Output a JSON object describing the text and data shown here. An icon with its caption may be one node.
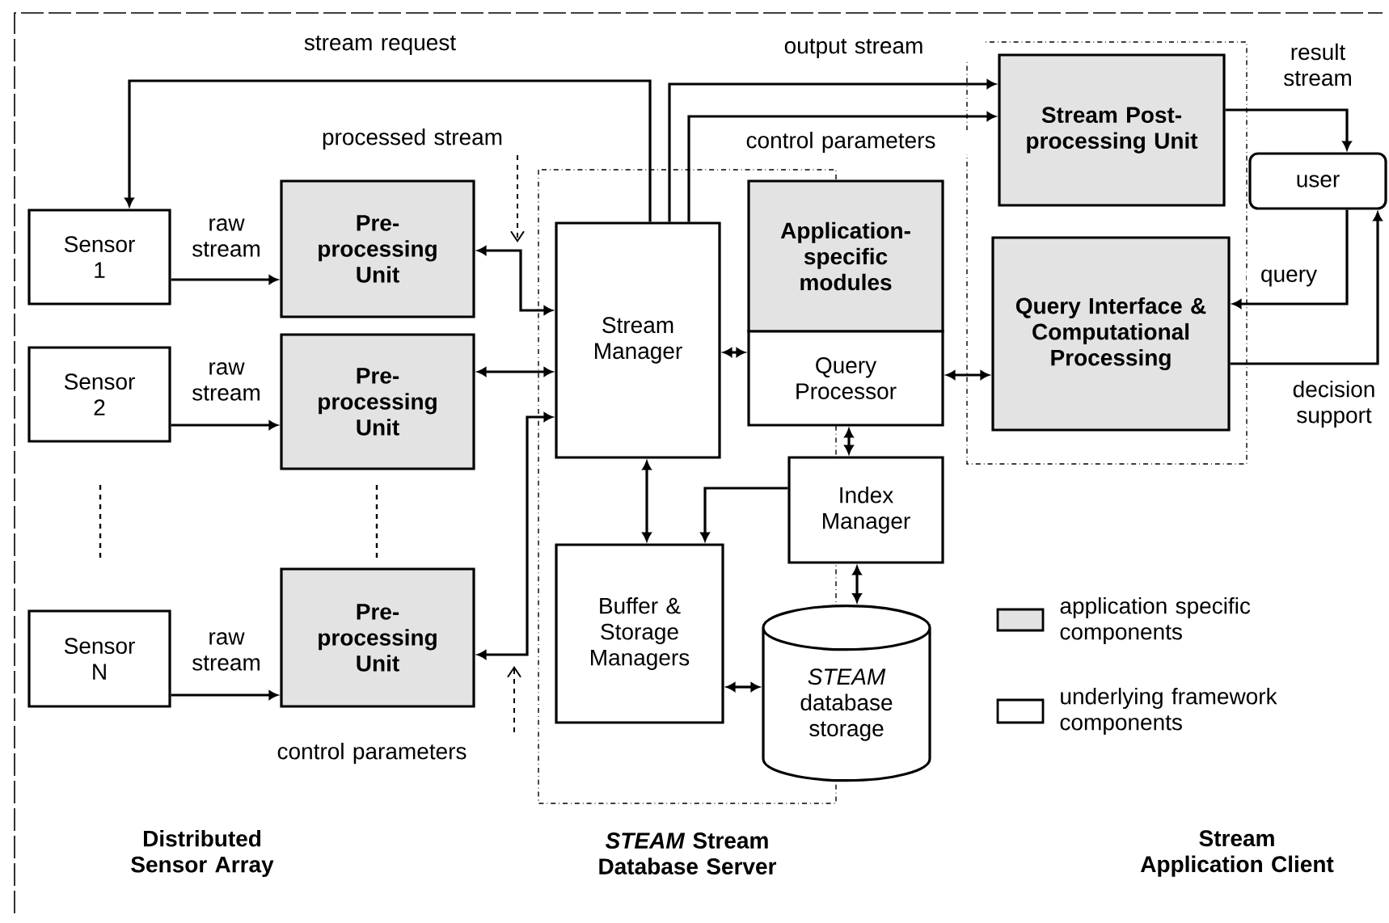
{
  "diagram": {
    "nodes": [
      {
        "text": [
          "Sensor 1"
        ]
      },
      {
        "text": [
          "Sensor 2"
        ]
      },
      {
        "text": [
          "Sensor N"
        ]
      },
      {
        "text": [
          "Pre-processing Unit"
        ]
      },
      {
        "text": [
          "Pre-processing Unit"
        ]
      },
      {
        "text": [
          "Pre-processing Unit"
        ]
      },
      {
        "text": [
          "Stream Manager"
        ]
      },
      {
        "text": [
          "Application-specific modules"
        ]
      },
      {
        "text": [
          "Query Processor"
        ]
      },
      {
        "text": [
          "Index Manager"
        ]
      },
      {
        "text": [
          "Buffer & Storage Managers"
        ]
      },
      {
        "text": [
          "*STEAM* database storage"
        ]
      },
      {
        "text": [
          "Stream Post-processing Unit"
        ]
      },
      {
        "text": [
          "Query Interface & Computational Processing"
        ]
      },
      {
        "text": [
          "user"
        ]
      }
    ],
    "edges": [
      {
        "from": 0,
        "to": 3,
        "arrow": "to",
        "label": "raw stream"
      },
      {
        "from": 1,
        "to": 4,
        "arrow": "to",
        "label": "raw stream"
      },
      {
        "from": 2,
        "to": 5,
        "arrow": "to",
        "label": "raw stream"
      },
      {
        "from": 3,
        "to": 6,
        "arrow": "both"
      },
      {
        "from": 4,
        "to": 6,
        "arrow": "both"
      },
      {
        "from": 5,
        "to": 6,
        "arrow": "both"
      },
      {
        "from": 6,
        "to": 0,
        "arrow": "to",
        "label": "stream request"
      },
      {
        "from": 6,
        "to": 12,
        "arrow": "to",
        "label": "output stream"
      },
      {
        "from": 6,
        "to": 12,
        "arrow": "to",
        "label": "control parameters"
      },
      {
        "from": 6,
        "to": 8,
        "arrow": "both"
      },
      {
        "from": 8,
        "to": 13,
        "arrow": "both"
      },
      {
        "from": 8,
        "to": 9,
        "arrow": "both"
      },
      {
        "from": 6,
        "to": 10,
        "arrow": "both"
      },
      {
        "from": 9,
        "to": 10,
        "arrow": "to"
      },
      {
        "from": 9,
        "to": 11,
        "arrow": "both"
      },
      {
        "from": 10,
        "to": 11,
        "arrow": "both"
      },
      {
        "from": 12,
        "to": 14,
        "arrow": "to",
        "label": "result stream"
      },
      {
        "from": 14,
        "to": 13,
        "arrow": "to",
        "label": "query"
      },
      {
        "from": 13,
        "to": 14,
        "arrow": "to",
        "label": "decision support"
      }
    ],
    "labels": [
      "processed stream",
      "control parameters",
      "Distributed Sensor Array",
      "*STEAM* Stream Database Server",
      "Stream Application Client"
    ],
    "legend": [
      {
        "text": "application specific components"
      },
      {
        "text": "underlying framework components"
      }
    ]
  }
}
